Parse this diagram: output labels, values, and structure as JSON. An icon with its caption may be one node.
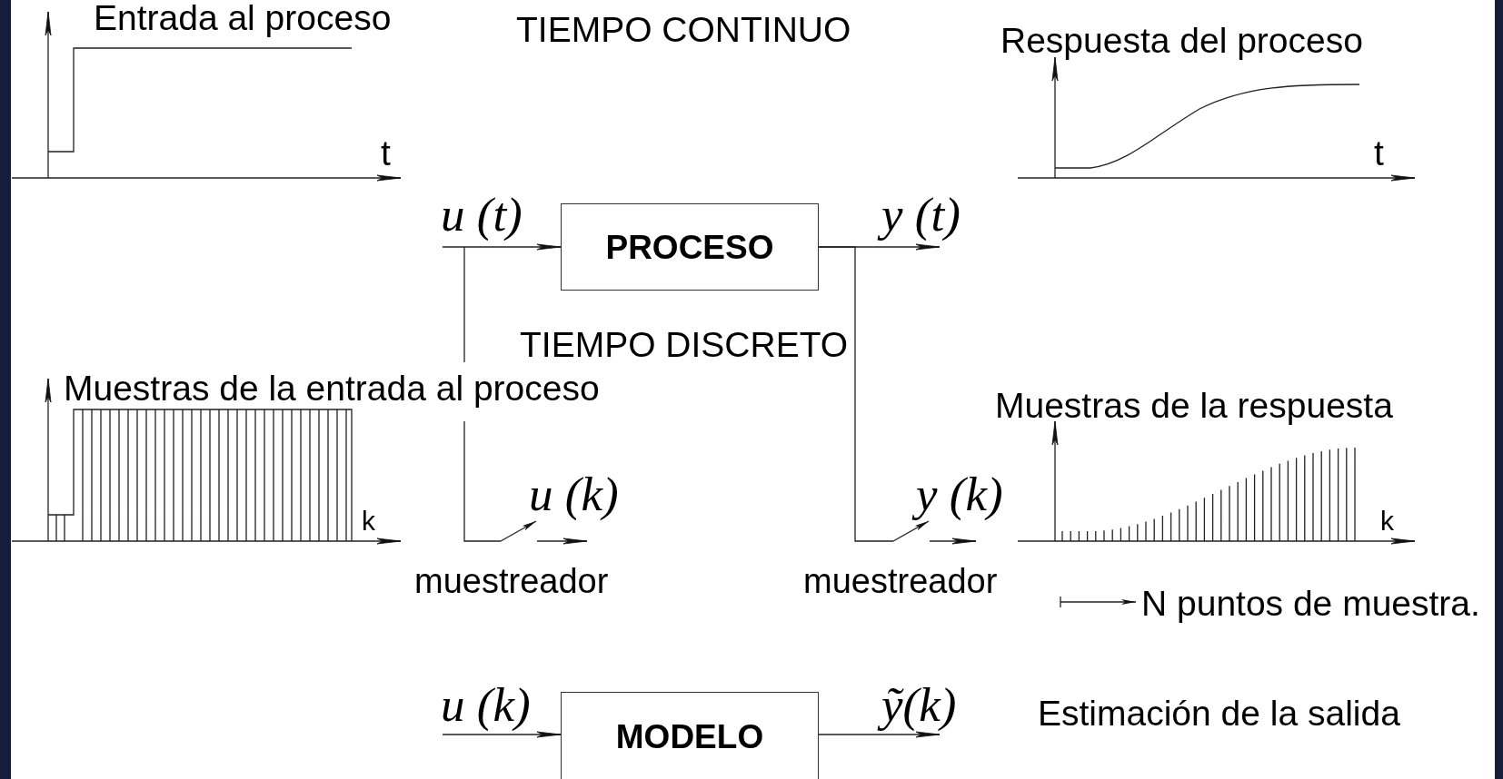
{
  "diagram": {
    "nodes": [
      {
        "text": [
          "PROCESO"
        ]
      },
      {
        "text": [],
        "shape": "switch",
        "beside": [
          "muestreador"
        ]
      },
      {
        "text": [],
        "shape": "switch",
        "beside": [
          "muestreador"
        ]
      },
      {
        "text": [
          "MODELO"
        ]
      }
    ],
    "edges": [
      {
        "from": null,
        "to": 0,
        "arrow": "to",
        "label": "u (t)"
      },
      {
        "from": 0,
        "to": null,
        "arrow": "to",
        "label": "y (t)"
      },
      {
        "from": null,
        "to": 1,
        "arrow": "none"
      },
      {
        "from": 1,
        "to": null,
        "arrow": "to",
        "label": "u (k)"
      },
      {
        "from": 0,
        "to": 2,
        "arrow": "none"
      },
      {
        "from": 2,
        "to": null,
        "arrow": "to",
        "label": "y (k)"
      },
      {
        "from": null,
        "to": 3,
        "arrow": "to",
        "label": "u (k)"
      },
      {
        "from": 3,
        "to": null,
        "arrow": "to",
        "label": "ỹ(k)"
      }
    ],
    "labels": [
      "Entrada al proceso",
      "TIEMPO CONTINUO",
      "Respuesta del proceso",
      "t",
      "t",
      "TIEMPO DISCRETO",
      "Muestras de la entrada al proceso",
      "Muestras de la respuesta",
      "k",
      "k",
      "N puntos de muestra.",
      "Estimación de la salida"
    ]
  }
}
